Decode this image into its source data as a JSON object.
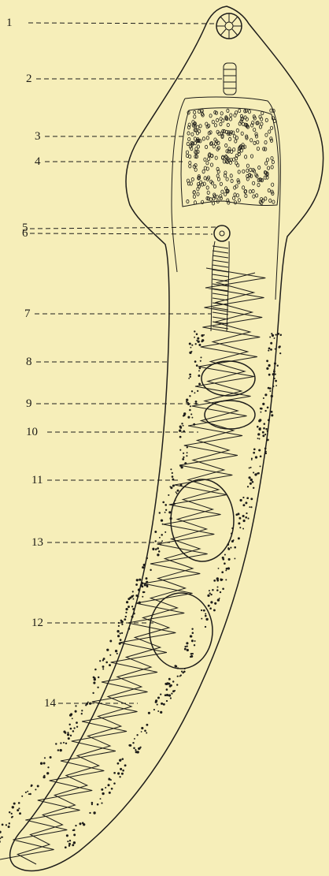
{
  "figure": {
    "labels": [
      {
        "id": "l1",
        "text": "1"
      },
      {
        "id": "l2",
        "text": "2"
      },
      {
        "id": "l3",
        "text": "3"
      },
      {
        "id": "l4",
        "text": "4"
      },
      {
        "id": "l5",
        "text": "5"
      },
      {
        "id": "l6",
        "text": "6"
      },
      {
        "id": "l7",
        "text": "7"
      },
      {
        "id": "l8",
        "text": "8"
      },
      {
        "id": "l9",
        "text": "9"
      },
      {
        "id": "l10",
        "text": "10"
      },
      {
        "id": "l11",
        "text": "11"
      },
      {
        "id": "l13",
        "text": "13"
      },
      {
        "id": "l12",
        "text": "12"
      },
      {
        "id": "l14",
        "text": "14"
      }
    ]
  }
}
